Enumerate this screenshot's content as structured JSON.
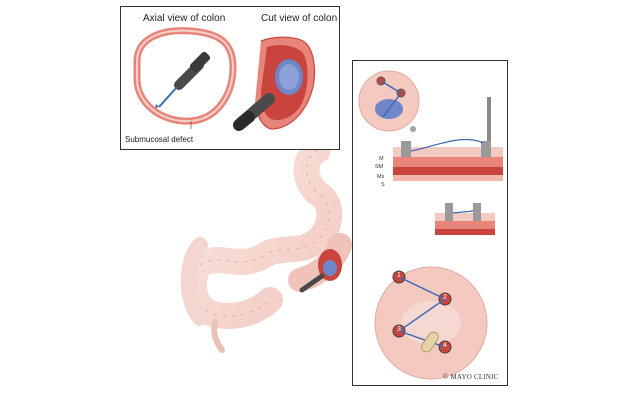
{
  "labels": {
    "axial_view": "Axial view of colon",
    "cut_view": "Cut view of colon",
    "defect": "Submucosal defect",
    "credit": "© MAYO CLINIC"
  },
  "layer_labels": [
    "M",
    "SM",
    "Ms",
    "S"
  ],
  "clip_numbers": [
    "1",
    "2",
    "3",
    "4"
  ],
  "colors": {
    "mucosa": "#e8857a",
    "tissue_dark": "#c8443c",
    "tissue_light": "#f3c9c0",
    "colon_outline": "#e7b9b0",
    "blue_lesion": "#6f86c8",
    "suture_blue": "#3c68b4",
    "instrument": "#4a4a4a",
    "frame": "#333333"
  },
  "icons": [
    "axial-colon-ring",
    "endoscope",
    "cut-colon",
    "large-intestine",
    "clip-closure",
    "tissue-layers",
    "suture-closure"
  ]
}
